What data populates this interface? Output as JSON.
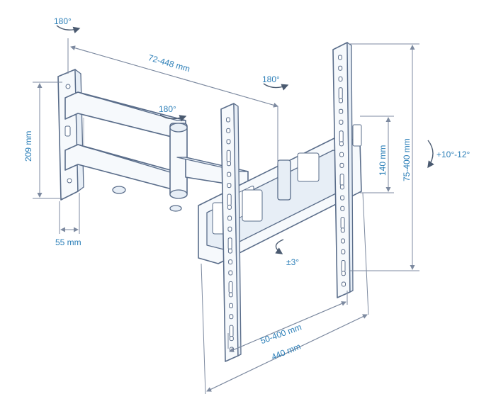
{
  "labels": {
    "swivel_top_left": "180°",
    "swivel_middle": "180°",
    "swivel_top_right": "180°",
    "arm_extension": "72-448 mm",
    "wall_plate_height": "209 mm",
    "wall_plate_depth": "55 mm",
    "bracket_height": "140 mm",
    "vesa_vertical": "75-400 mm",
    "tilt": "+10°-12°",
    "rotation": "±3°",
    "vesa_horizontal": "50-400 mm",
    "overall_width": "440 mm"
  },
  "colors": {
    "label": "#2c7fb8",
    "lines": "#7d8aa0",
    "outline": "#5a6d8a"
  }
}
